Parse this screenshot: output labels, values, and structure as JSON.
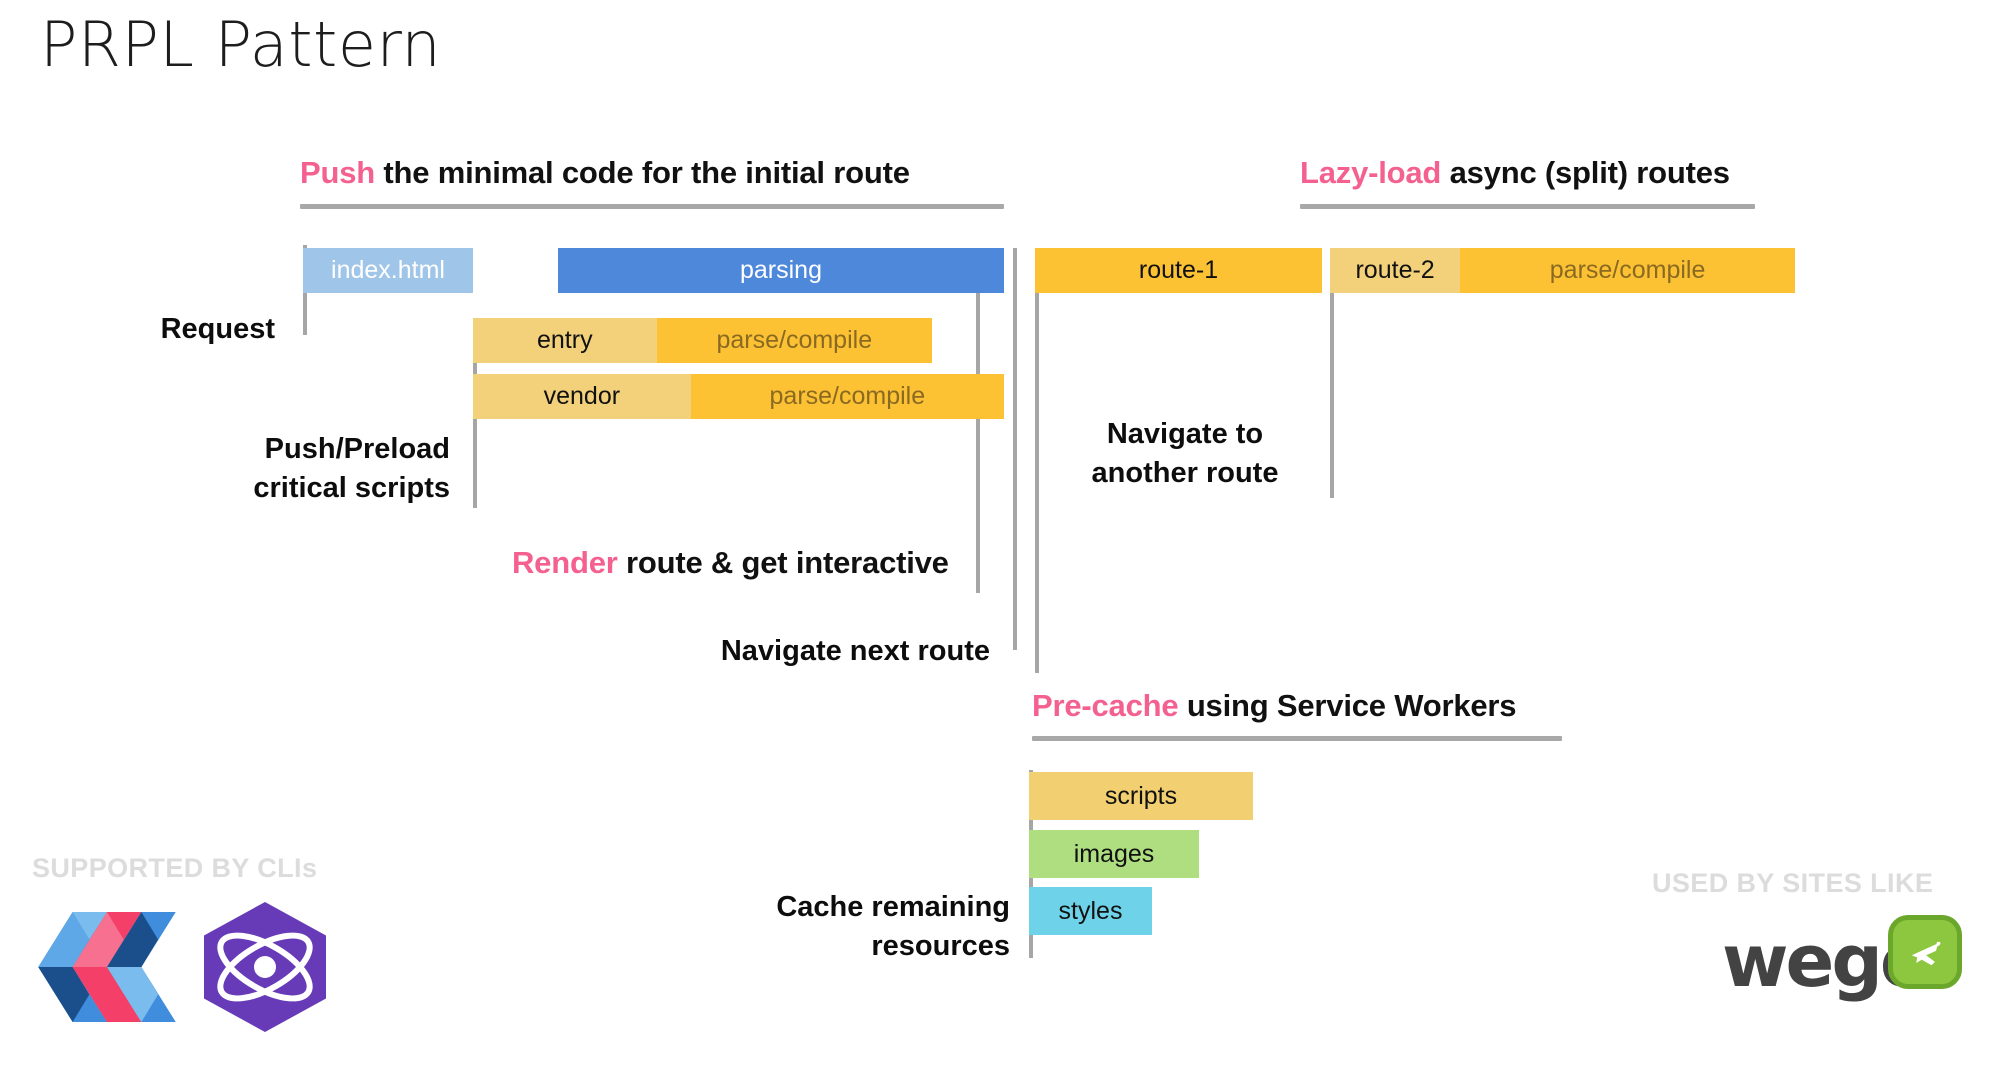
{
  "title": "PRPL Pattern",
  "accent_color": "#f4608f",
  "sections": {
    "push": {
      "accent": "Push",
      "rest": " the minimal code for the initial route"
    },
    "lazy": {
      "accent": "Lazy-load",
      "rest": " async (split) routes"
    },
    "render": {
      "accent": "Render",
      "rest": " route & get interactive"
    },
    "precache": {
      "accent": "Pre-cache",
      "rest": " using Service Workers"
    }
  },
  "labels": {
    "request": "Request",
    "push_preload": "Push/Preload\ncritical scripts",
    "navigate_next": "Navigate next route",
    "navigate_another": "Navigate to\nanother route",
    "cache_remaining": "Cache remaining\nresources"
  },
  "bars": {
    "index_html": {
      "label": "index.html",
      "color": "#9fc5e8",
      "text_color": "#ffffff"
    },
    "parsing": {
      "label": "parsing",
      "color": "#4d88db",
      "text_color": "#ffffff"
    },
    "entry": {
      "label": "entry",
      "parse_label": "parse/compile",
      "color": "#f2d17a",
      "parse_color": "#fcc233"
    },
    "vendor": {
      "label": "vendor",
      "parse_label": "parse/compile",
      "color": "#f2d17a",
      "parse_color": "#fcc233"
    },
    "route_1": {
      "label": "route-1",
      "color": "#fcc233"
    },
    "route_2": {
      "label": "route-2",
      "parse_label": "parse/compile",
      "color": "#f2d17a",
      "parse_color": "#fcc233"
    },
    "scripts": {
      "label": "scripts",
      "color": "#f2cf70"
    },
    "images": {
      "label": "images",
      "color": "#aede80"
    },
    "styles": {
      "label": "styles",
      "color": "#6ed2e8"
    }
  },
  "footer": {
    "supported_caption": "SUPPORTED BY CLIs",
    "used_caption": "USED BY SITES LIKE",
    "wego_word": "wego",
    "logos": [
      "polymer-logo",
      "preact-logo",
      "wego-logo"
    ]
  }
}
